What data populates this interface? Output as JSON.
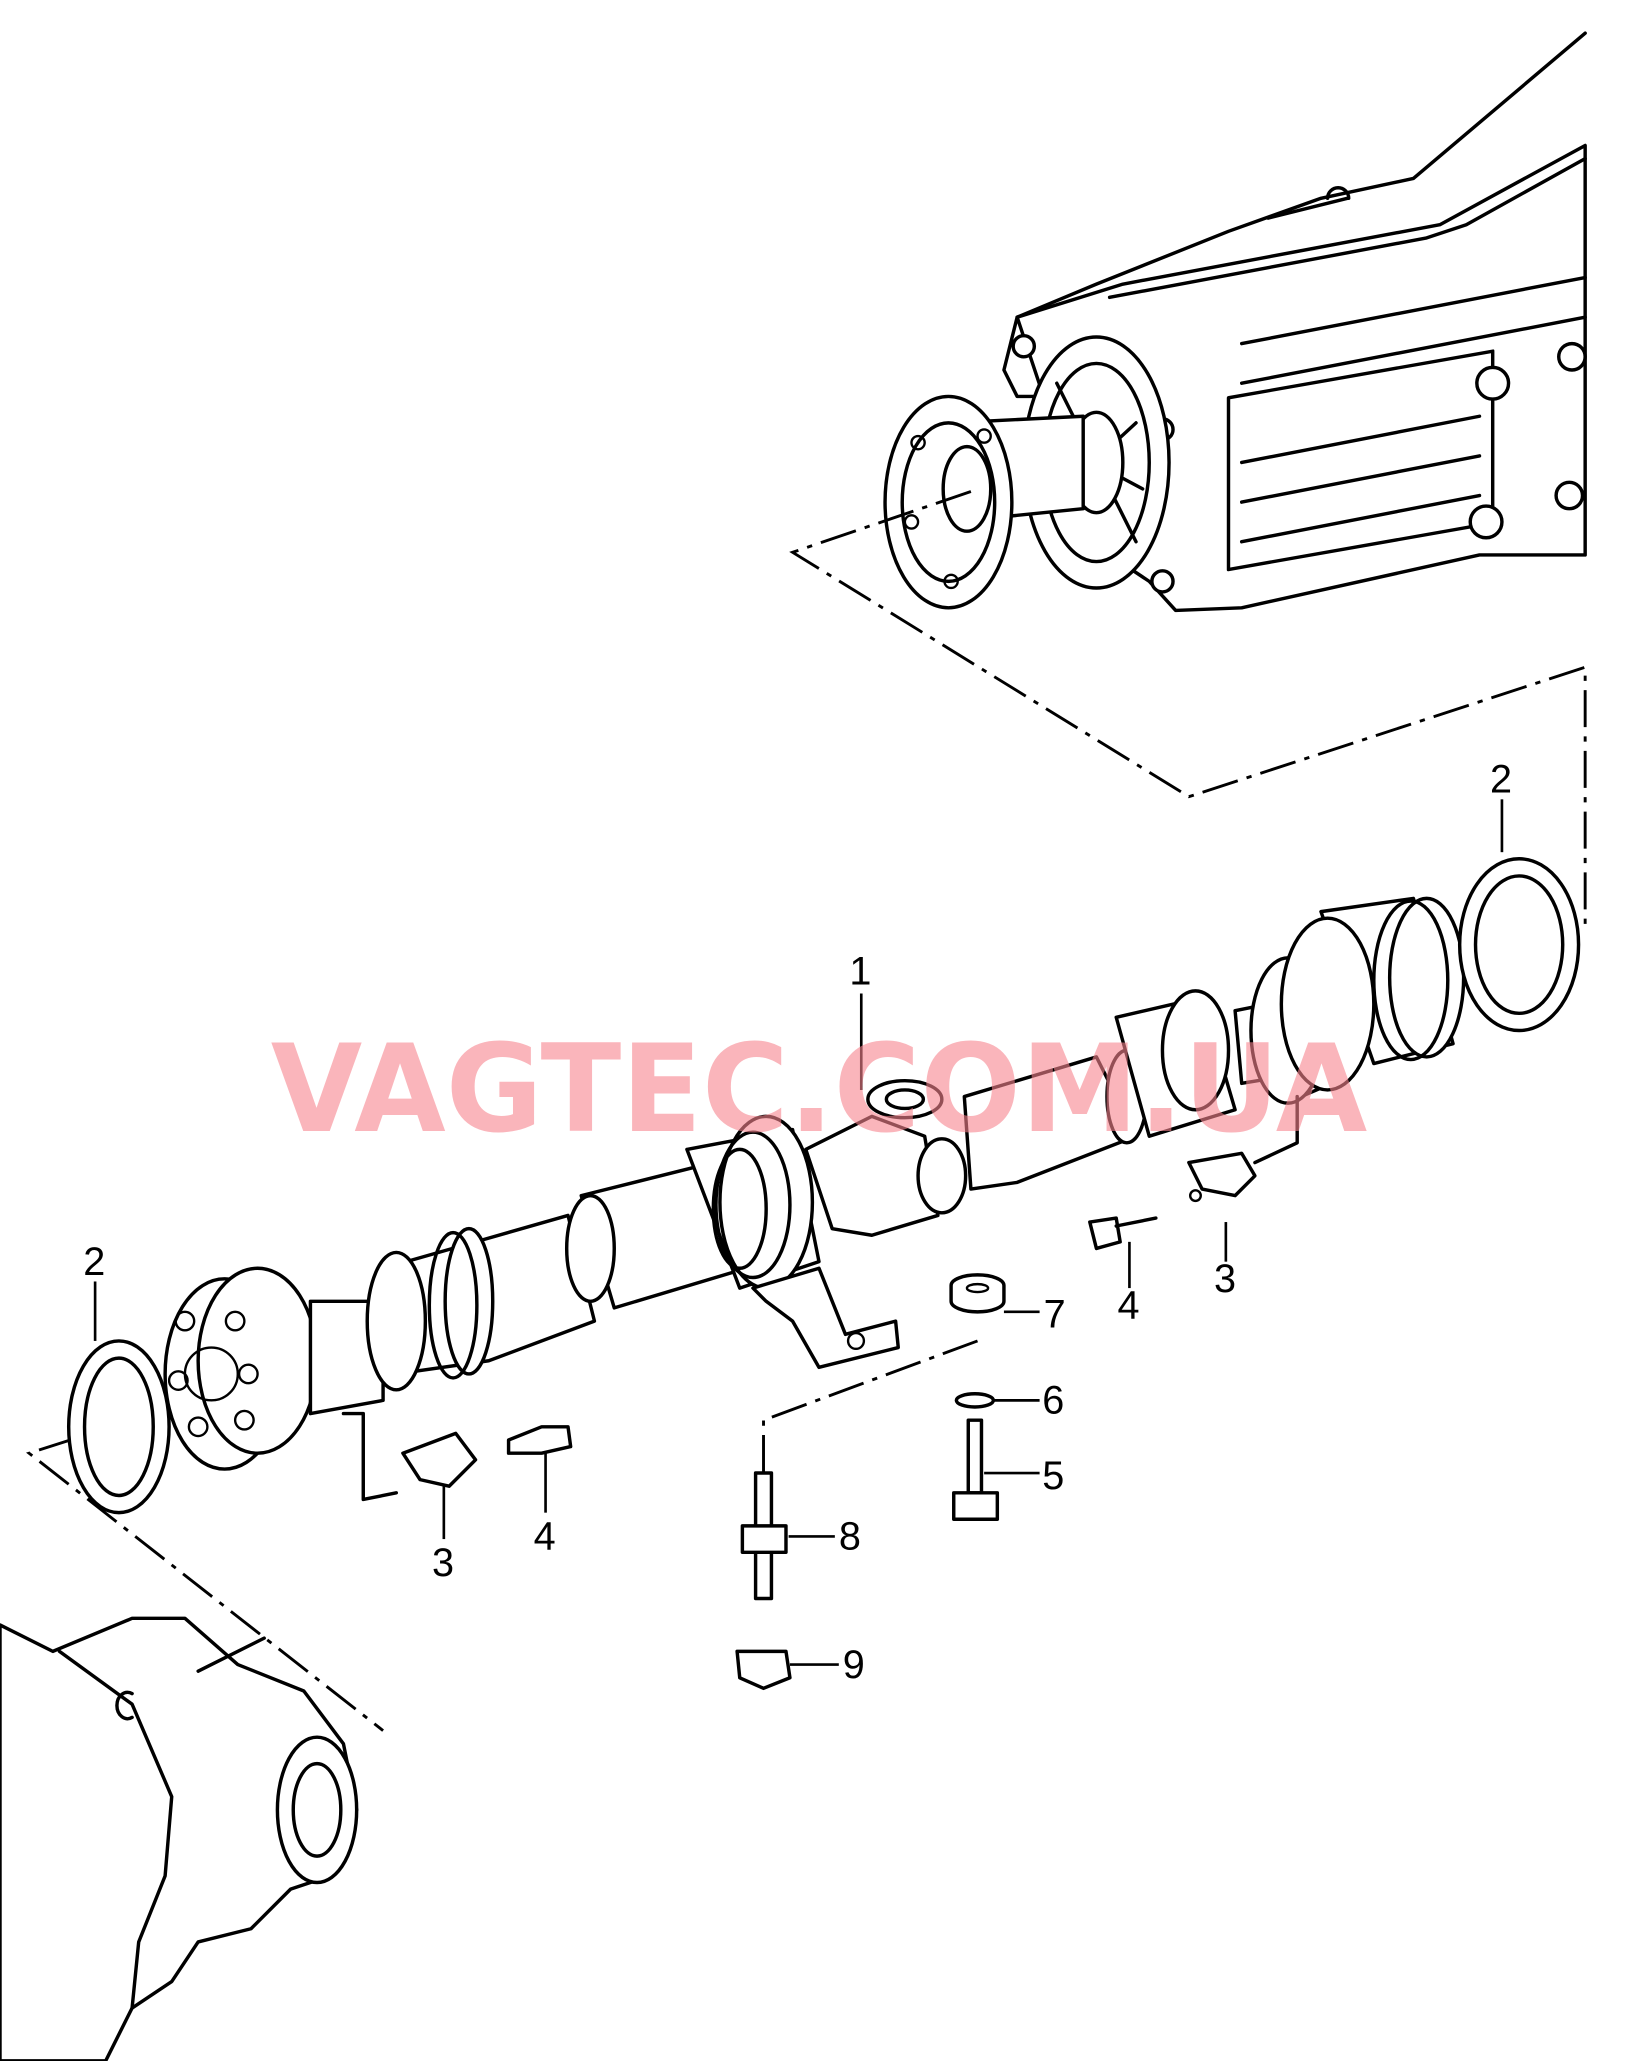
{
  "diagram": {
    "watermark": "VAGTEC.COM.UA",
    "callouts": {
      "c1": "1",
      "c2a": "2",
      "c2b": "2",
      "c3a": "3",
      "c3b": "3",
      "c4a": "4",
      "c4b": "4",
      "c5": "5",
      "c6": "6",
      "c7": "7",
      "c8": "8",
      "c9": "9"
    }
  }
}
